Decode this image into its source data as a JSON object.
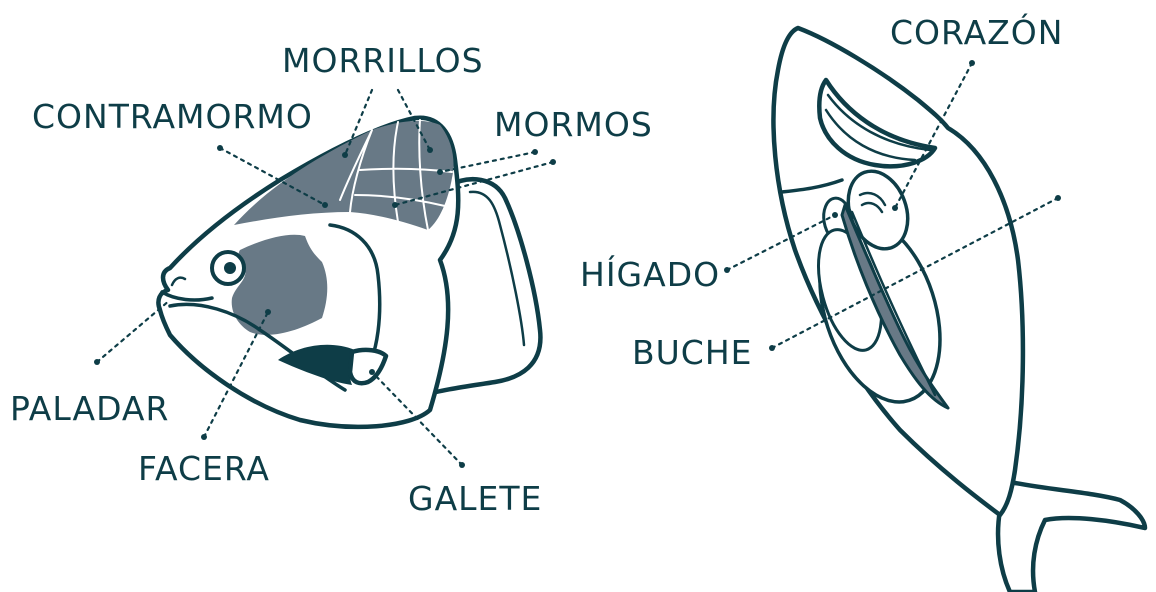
{
  "colors": {
    "ink": "#0e3d47",
    "part_fill": "#687986",
    "background": "#ffffff"
  },
  "head_diagram": {
    "labels": {
      "morrillos": "MORRILLOS",
      "contramormo": "CONTRAMORMO",
      "mormos": "MORMOS",
      "paladar": "PALADAR",
      "facera": "FACERA",
      "galete": "GALETE"
    }
  },
  "body_diagram": {
    "labels": {
      "corazon": "CORAZÓN",
      "higado": "HÍGADO",
      "buche": "BUCHE"
    }
  }
}
